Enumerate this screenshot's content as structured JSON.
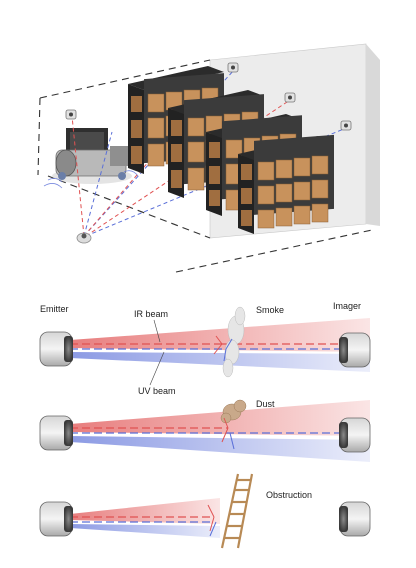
{
  "warehouse_scene": {
    "components": [
      "machine",
      "storage-racks",
      "beam-emitter",
      "beam-receivers",
      "detection-beams"
    ]
  },
  "beam_diagram": {
    "labels": {
      "emitter": "Emitter",
      "imager": "Imager",
      "ir_beam": "IR beam",
      "uv_beam": "UV beam"
    },
    "scenarios": [
      {
        "label": "Smoke"
      },
      {
        "label": "Dust"
      },
      {
        "label": "Obstruction"
      }
    ]
  },
  "colors": {
    "ir_beam": "#e05252",
    "uv_beam": "#5a6fd8",
    "rack_frame": "#3b3b3b",
    "box": "#c8925c",
    "wall": "#ececec"
  }
}
